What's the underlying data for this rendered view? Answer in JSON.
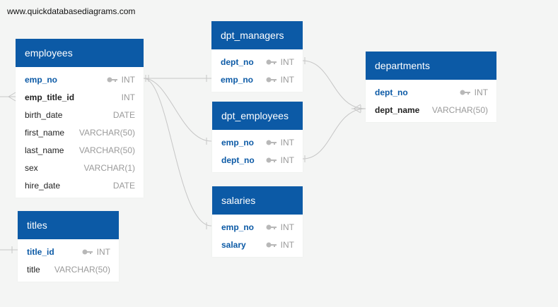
{
  "watermark": "www.quickdatabasediagrams.com",
  "colors": {
    "header": "#0c5aa6",
    "connector": "#c6c6c6",
    "background": "#f4f5f4"
  },
  "tables": {
    "employees": {
      "title": "employees",
      "columns": [
        {
          "name": "emp_no",
          "type": "INT",
          "pk": true
        },
        {
          "name": "emp_title_id",
          "type": "INT",
          "fk": true
        },
        {
          "name": "birth_date",
          "type": "DATE"
        },
        {
          "name": "first_name",
          "type": "VARCHAR(50)"
        },
        {
          "name": "last_name",
          "type": "VARCHAR(50)"
        },
        {
          "name": "sex",
          "type": "VARCHAR(1)"
        },
        {
          "name": "hire_date",
          "type": "DATE"
        }
      ]
    },
    "titles": {
      "title": "titles",
      "columns": [
        {
          "name": "title_id",
          "type": "INT",
          "pk": true
        },
        {
          "name": "title",
          "type": "VARCHAR(50)"
        }
      ]
    },
    "dpt_managers": {
      "title": "dpt_managers",
      "columns": [
        {
          "name": "dept_no",
          "type": "INT",
          "pk": true
        },
        {
          "name": "emp_no",
          "type": "INT",
          "pk": true
        }
      ]
    },
    "dpt_employees": {
      "title": "dpt_employees",
      "columns": [
        {
          "name": "emp_no",
          "type": "INT",
          "pk": true
        },
        {
          "name": "dept_no",
          "type": "INT",
          "pk": true
        }
      ]
    },
    "salaries": {
      "title": "salaries",
      "columns": [
        {
          "name": "emp_no",
          "type": "INT",
          "pk": true
        },
        {
          "name": "salary",
          "type": "INT",
          "pk": true
        }
      ]
    },
    "departments": {
      "title": "departments",
      "columns": [
        {
          "name": "dept_no",
          "type": "INT",
          "pk": true
        },
        {
          "name": "dept_name",
          "type": "VARCHAR(50)",
          "fk": true
        }
      ]
    }
  }
}
